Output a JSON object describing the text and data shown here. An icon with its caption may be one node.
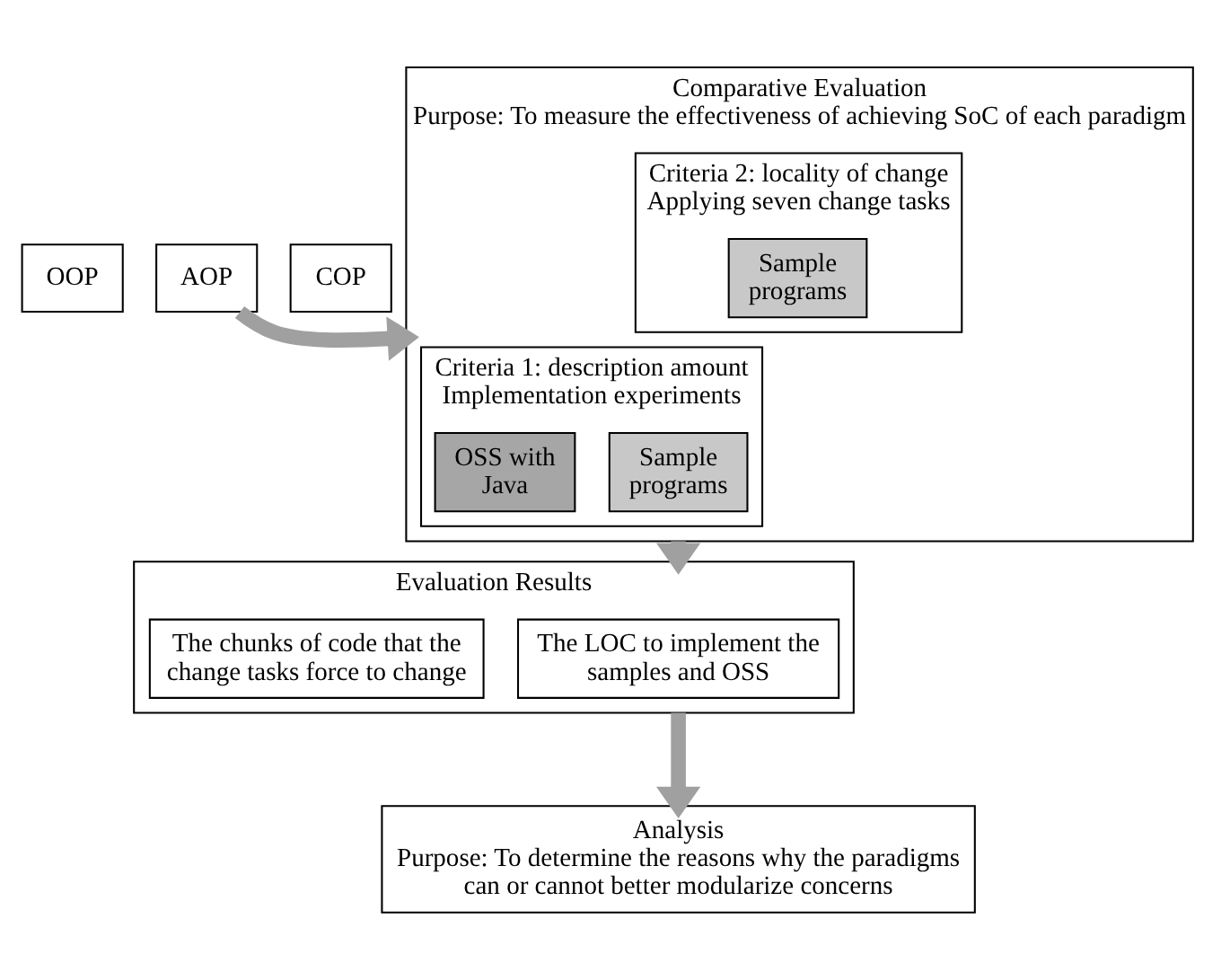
{
  "diagram": {
    "nodes": [
      {
        "text": [
          "OOP"
        ]
      },
      {
        "text": [
          "AOP"
        ]
      },
      {
        "text": [
          "COP"
        ]
      },
      {
        "text": [
          "Comparative Evaluation",
          "Purpose: To measure the effectiveness of achieving SoC of each paradigm"
        ]
      },
      {
        "text": [
          "Criteria 1: description amount",
          "Implementation experiments"
        ],
        "in": 3
      },
      {
        "text": [
          "Sample programs"
        ],
        "in": 4
      },
      {
        "text": [
          "OSS with Java"
        ],
        "in": 4
      },
      {
        "text": [
          "Criteria 2: locality of change",
          "Applying seven change tasks"
        ],
        "in": 3
      },
      {
        "text": [
          "Sample programs"
        ],
        "in": 7
      },
      {
        "text": [
          "Evaluation Results"
        ]
      },
      {
        "text": [
          "The LOC to implement the samples and OSS"
        ],
        "in": 9
      },
      {
        "text": [
          "The chunks of code that the change tasks force to change"
        ],
        "in": 9
      },
      {
        "text": [
          "Analysis",
          "Purpose: To determine the reasons why the paradigms can or cannot better modularize concerns"
        ]
      }
    ],
    "edges": [
      {
        "from": 1,
        "to": 3,
        "arrow": "to"
      },
      {
        "from": 3,
        "to": 9,
        "arrow": "to"
      },
      {
        "from": 9,
        "to": 12,
        "arrow": "to"
      }
    ]
  }
}
